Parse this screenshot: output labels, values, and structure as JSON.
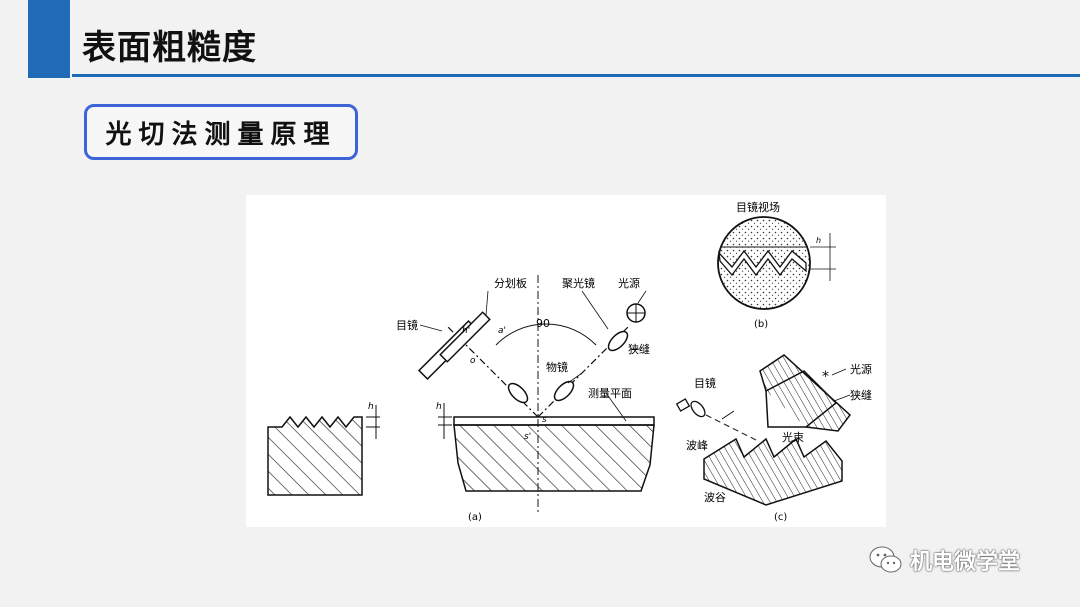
{
  "slide": {
    "title": "表面粗糙度",
    "section_label": "光切法测量原理",
    "accent_color": "#1f6bb8",
    "box_border_color": "#3c64d8"
  },
  "figure": {
    "labels_a": {
      "reticle": "分划板",
      "condenser": "聚光镜",
      "light_source": "光源",
      "eyepiece": "目镜",
      "angle": "90",
      "slit": "狭缝",
      "objective": "物镜",
      "measure_plane": "测量平面",
      "h": "h",
      "h_prime": "h'",
      "a_prime": "a'",
      "o": "o",
      "s": "s",
      "s_prime": "s'",
      "caption": "(a)"
    },
    "labels_b": {
      "field_of_view": "目镜视场",
      "h": "h",
      "caption": "(b)"
    },
    "labels_c": {
      "light_source": "光源",
      "eyepiece": "目镜",
      "slit": "狭缝",
      "beam": "光束",
      "peak": "波峰",
      "valley": "波谷",
      "caption": "(c)"
    },
    "labels_left": {
      "h": "h"
    }
  },
  "watermark": {
    "icon": "wechat-icon",
    "text": "机电微学堂"
  }
}
